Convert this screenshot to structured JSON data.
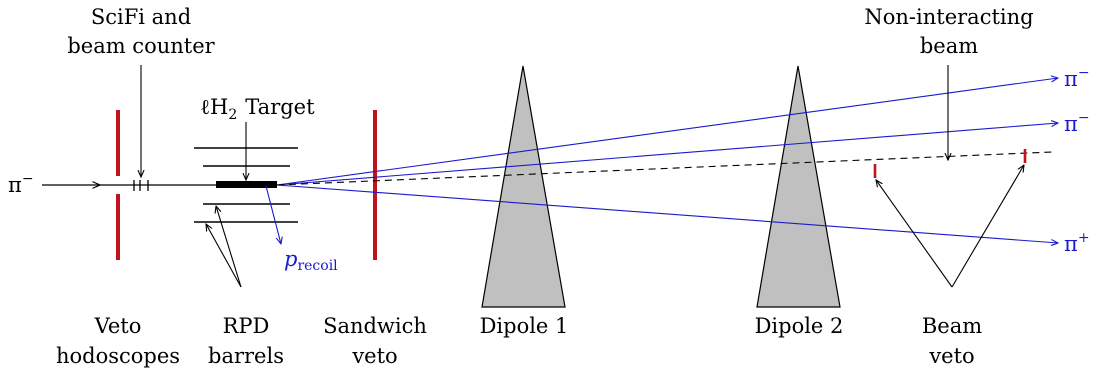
{
  "colors": {
    "detector": "#c1121f",
    "track": "#1a1acc",
    "dipole_fill": "#c0c0c0",
    "line": "#000000"
  },
  "labels": {
    "beam_in": "π",
    "beam_in_charge": "−",
    "scifi_line1": "SciFi and",
    "scifi_line2": "beam counter",
    "target_l": "ℓH",
    "target_sub": "2",
    "target_rest": "Target",
    "noninteracting_line1": "Non-interacting",
    "noninteracting_line2": "beam",
    "precoil_p": "p",
    "precoil_sub": "recoil",
    "out1": "π",
    "out1_charge": "−",
    "out2": "π",
    "out2_charge": "−",
    "out3": "π",
    "out3_charge": "+",
    "veto_line1": "Veto",
    "veto_line2": "hodoscopes",
    "rpd_line1": "RPD",
    "rpd_line2": "barrels",
    "sandwich_line1": "Sandwich",
    "sandwich_line2": "veto",
    "dipole1": "Dipole 1",
    "dipole2": "Dipole 2",
    "beamveto_line1": "Beam",
    "beamveto_line2": "veto"
  }
}
